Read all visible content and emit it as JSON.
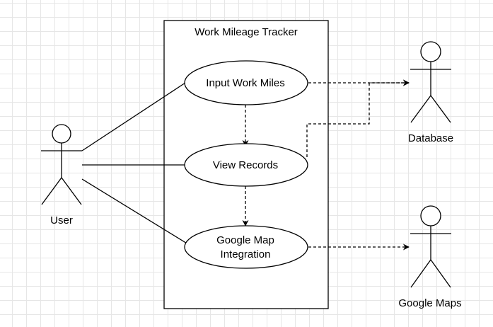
{
  "diagram": {
    "system_title": "Work Mileage Tracker",
    "actors": {
      "user": "User",
      "database": "Database",
      "google_maps": "Google Maps"
    },
    "use_cases": {
      "input": "Input Work Miles",
      "view": "View Records",
      "map_line1": "Google Map",
      "map_line2": "Integration"
    },
    "colors": {
      "stroke": "#000000",
      "background": "#ffffff",
      "grid": "#e6e6e6"
    }
  }
}
